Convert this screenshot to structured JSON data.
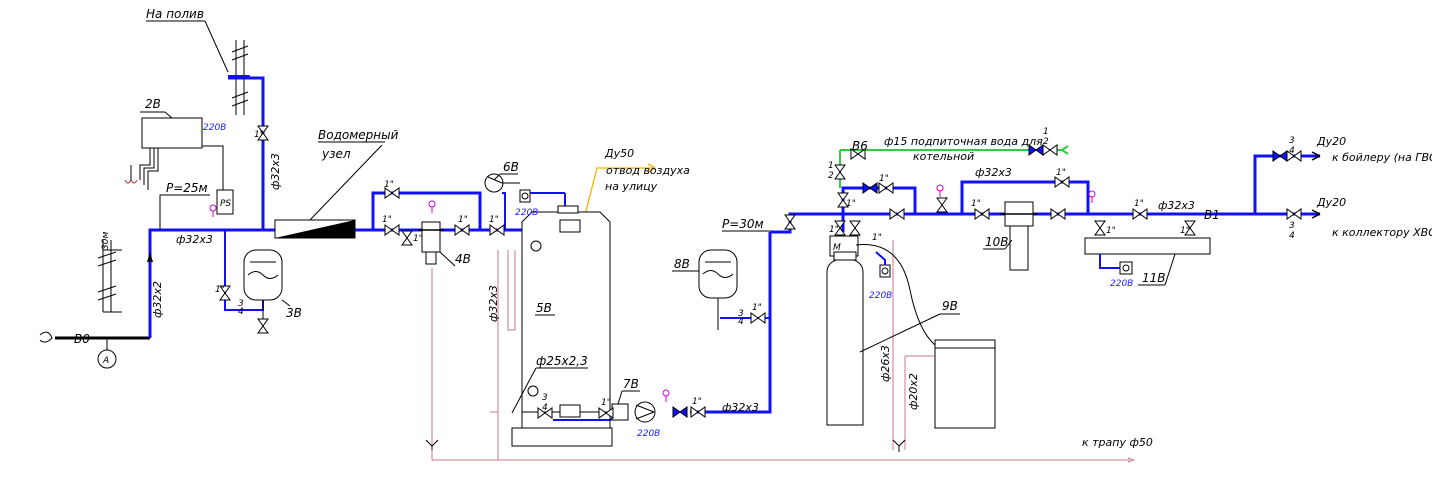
{
  "labels": {
    "na_poliv": "На полив",
    "vodomer_1": "Водомерный",
    "vodomer_2": "узел",
    "b0": "В0",
    "a_mark": "А",
    "b1": "В1",
    "b6": "В6",
    "p25": "P=25м",
    "p30": "P=30м",
    "pipe_32x2": "ф32х2",
    "pipe_32x3": "ф32х3",
    "pipe_25x2_3": "ф25х2,3",
    "pipe_26x3": "ф26х3",
    "pipe_20x2": "ф20х2",
    "pipe_15_text": "ф15  подпиточная вода для",
    "kotelnoy": "котельной",
    "du50": "Ду50",
    "air_1": "отвод воздуха",
    "air_2": "на улицу",
    "du20_top": "Ду20",
    "to_boiler": "к бойлеру (на ГВС",
    "du20_bottom": "Ду20",
    "to_collector": "к коллектору ХВС",
    "to_drain": "к трапу ф50",
    "dn1": "1\"",
    "dn12a": "1",
    "dn12b": "2",
    "dn34a": "3",
    "dn34b": "4",
    "v220": "220В",
    "ps": "PS",
    "m": "М",
    "dim30": "30м"
  },
  "equipment": {
    "e2B": "2В",
    "e3B": "3В",
    "e4B": "4В",
    "e5B": "5В",
    "e6B": "6В",
    "e7B": "7В",
    "e8B": "8В",
    "e9B": "9В",
    "e10B": "10В",
    "e11B": "11В"
  },
  "colors": {
    "cold_water_pipe": "#1010ff",
    "makeup_water_pipe": "#2ecc40",
    "air_vent": "#f0b400",
    "drain_line": "#cc7a8a",
    "gauge": "#d000d0",
    "inlet_pipe": "#000000"
  }
}
